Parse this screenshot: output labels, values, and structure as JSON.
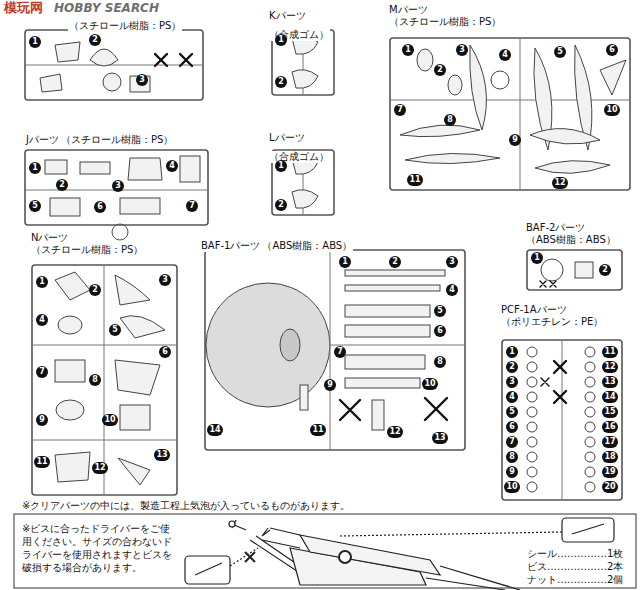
{
  "diagram": {
    "nodes": [
      {
        "text": [
          "（スチロール樹脂：PS）"
        ]
      },
      {
        "text": [
          "Kパーツ",
          "（合成ゴム）"
        ]
      },
      {
        "text": [
          "Mパーツ",
          "（スチロール樹脂：PS）"
        ]
      },
      {
        "text": [
          "Jパーツ",
          "（スチロール樹脂：PS）"
        ]
      },
      {
        "text": [
          "Lパーツ",
          "（合成ゴム）"
        ]
      },
      {
        "text": [
          "Nパーツ",
          "（スチロール樹脂：PS）"
        ]
      },
      {
        "text": [
          "BAF-1パーツ",
          "（ABS樹脂：ABS）"
        ]
      },
      {
        "text": [
          "BAF-2パーツ",
          "（ABS樹脂：ABS）"
        ]
      },
      {
        "text": [
          "PCF-1Aパーツ",
          "（ポリエチレン：PE）"
        ]
      }
    ],
    "labels": [
      "模玩网",
      "HOBBY SEARCH",
      "1",
      "2",
      "3",
      "1",
      "2",
      "1",
      "2",
      "1",
      "2",
      "3",
      "4",
      "5",
      "6",
      "7",
      "1",
      "2",
      "3",
      "4",
      "5",
      "6",
      "7",
      "8",
      "9",
      "10",
      "11",
      "12",
      "1",
      "2",
      "3",
      "4",
      "5",
      "6",
      "7",
      "8",
      "9",
      "10",
      "11",
      "12",
      "13",
      "1",
      "2",
      "3",
      "4",
      "5",
      "6",
      "7",
      "8",
      "9",
      "10",
      "11",
      "12",
      "13",
      "14",
      "1",
      "2",
      "1",
      "2",
      "3",
      "4",
      "5",
      "6",
      "7",
      "8",
      "9",
      "10",
      "11",
      "12",
      "13",
      "14",
      "15",
      "16",
      "17",
      "18",
      "19",
      "20",
      "※クリアパーツの中には、製造工程上気泡が入っているものがあります。",
      "※ビスに合ったドライバーをご使用ください。サイズの合わないドライバーを使用されますとビスを破損する場合があります。",
      "シール……………1枚",
      "ビス………………2本",
      "ナット……………2個"
    ]
  }
}
